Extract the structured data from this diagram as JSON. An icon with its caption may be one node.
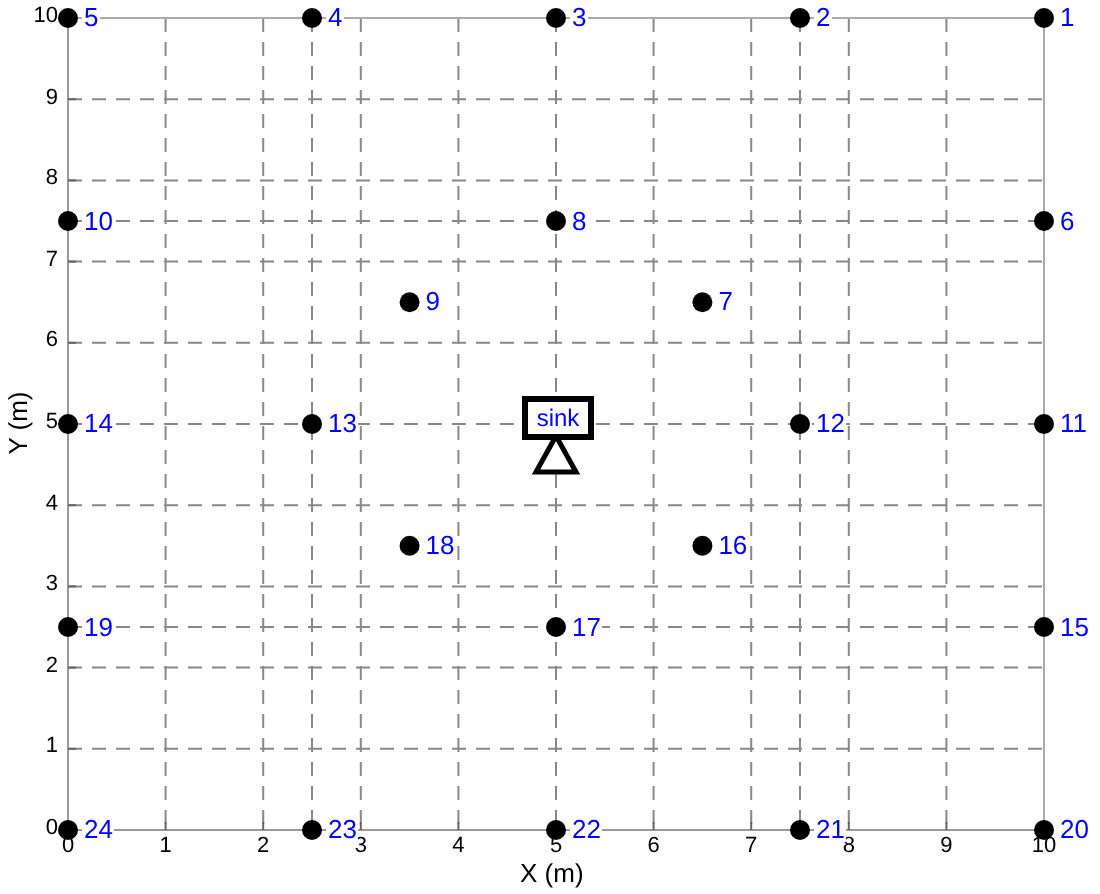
{
  "diagram": {
    "chart_data": {
      "type": "scatter",
      "xlabel": "X (m)",
      "ylabel": "Y (m)",
      "x": [
        10,
        7.5,
        5,
        2.5,
        0,
        10,
        6.5,
        5,
        3.5,
        0,
        10,
        7.5,
        2.5,
        0,
        10,
        6.5,
        5,
        3.5,
        0,
        10,
        7.5,
        5,
        2.5,
        0
      ],
      "values": [
        10,
        10,
        10,
        10,
        10,
        7.5,
        6.5,
        7.5,
        6.5,
        7.5,
        5,
        5,
        5,
        5,
        2.5,
        3.5,
        2.5,
        3.5,
        2.5,
        0,
        0,
        0,
        0,
        0
      ],
      "xlim": [
        0,
        10
      ],
      "ylim": [
        0,
        10
      ],
      "xticks": [
        {
          "value": 0,
          "label": "0"
        },
        {
          "value": 1,
          "label": "1"
        },
        {
          "value": 2,
          "label": "2"
        },
        {
          "value": 3,
          "label": "3"
        },
        {
          "value": 4,
          "label": "4"
        },
        {
          "value": 5,
          "label": "5"
        },
        {
          "value": 6,
          "label": "6"
        },
        {
          "value": 7,
          "label": "7"
        },
        {
          "value": 8,
          "label": "8"
        },
        {
          "value": 9,
          "label": "9"
        },
        {
          "value": 10,
          "label": "10"
        }
      ],
      "yticks": [
        0,
        1,
        2,
        3,
        4,
        5,
        6,
        7,
        8,
        9,
        10
      ],
      "grid": true,
      "annotations": [
        {
          "x": 10,
          "y": 10,
          "text": "1"
        },
        {
          "x": 7.5,
          "y": 10,
          "text": "2"
        },
        {
          "x": 5,
          "y": 10,
          "text": "3"
        },
        {
          "x": 2.5,
          "y": 10,
          "text": "4"
        },
        {
          "x": 0,
          "y": 10,
          "text": "5"
        },
        {
          "x": 10,
          "y": 7.5,
          "text": "6"
        },
        {
          "x": 6.5,
          "y": 6.5,
          "text": "7"
        },
        {
          "x": 5,
          "y": 7.5,
          "text": "8"
        },
        {
          "x": 3.5,
          "y": 6.5,
          "text": "9"
        },
        {
          "x": 0,
          "y": 7.5,
          "text": "10"
        },
        {
          "x": 10,
          "y": 5,
          "text": "11"
        },
        {
          "x": 7.5,
          "y": 5,
          "text": "12"
        },
        {
          "x": 2.5,
          "y": 5,
          "text": "13"
        },
        {
          "x": 0,
          "y": 5,
          "text": "14"
        },
        {
          "x": 10,
          "y": 2.5,
          "text": "15"
        },
        {
          "x": 6.5,
          "y": 3.5,
          "text": "16"
        },
        {
          "x": 5,
          "y": 2.5,
          "text": "17"
        },
        {
          "x": 3.5,
          "y": 3.5,
          "text": "18"
        },
        {
          "x": 0,
          "y": 2.5,
          "text": "19"
        },
        {
          "x": 10,
          "y": 0,
          "text": "20"
        },
        {
          "x": 7.5,
          "y": 0,
          "text": "21"
        },
        {
          "x": 5,
          "y": 0,
          "text": "22"
        },
        {
          "x": 2.5,
          "y": 0,
          "text": "23"
        },
        {
          "x": 0,
          "y": 0,
          "text": "24"
        },
        "sink"
      ]
    }
  }
}
